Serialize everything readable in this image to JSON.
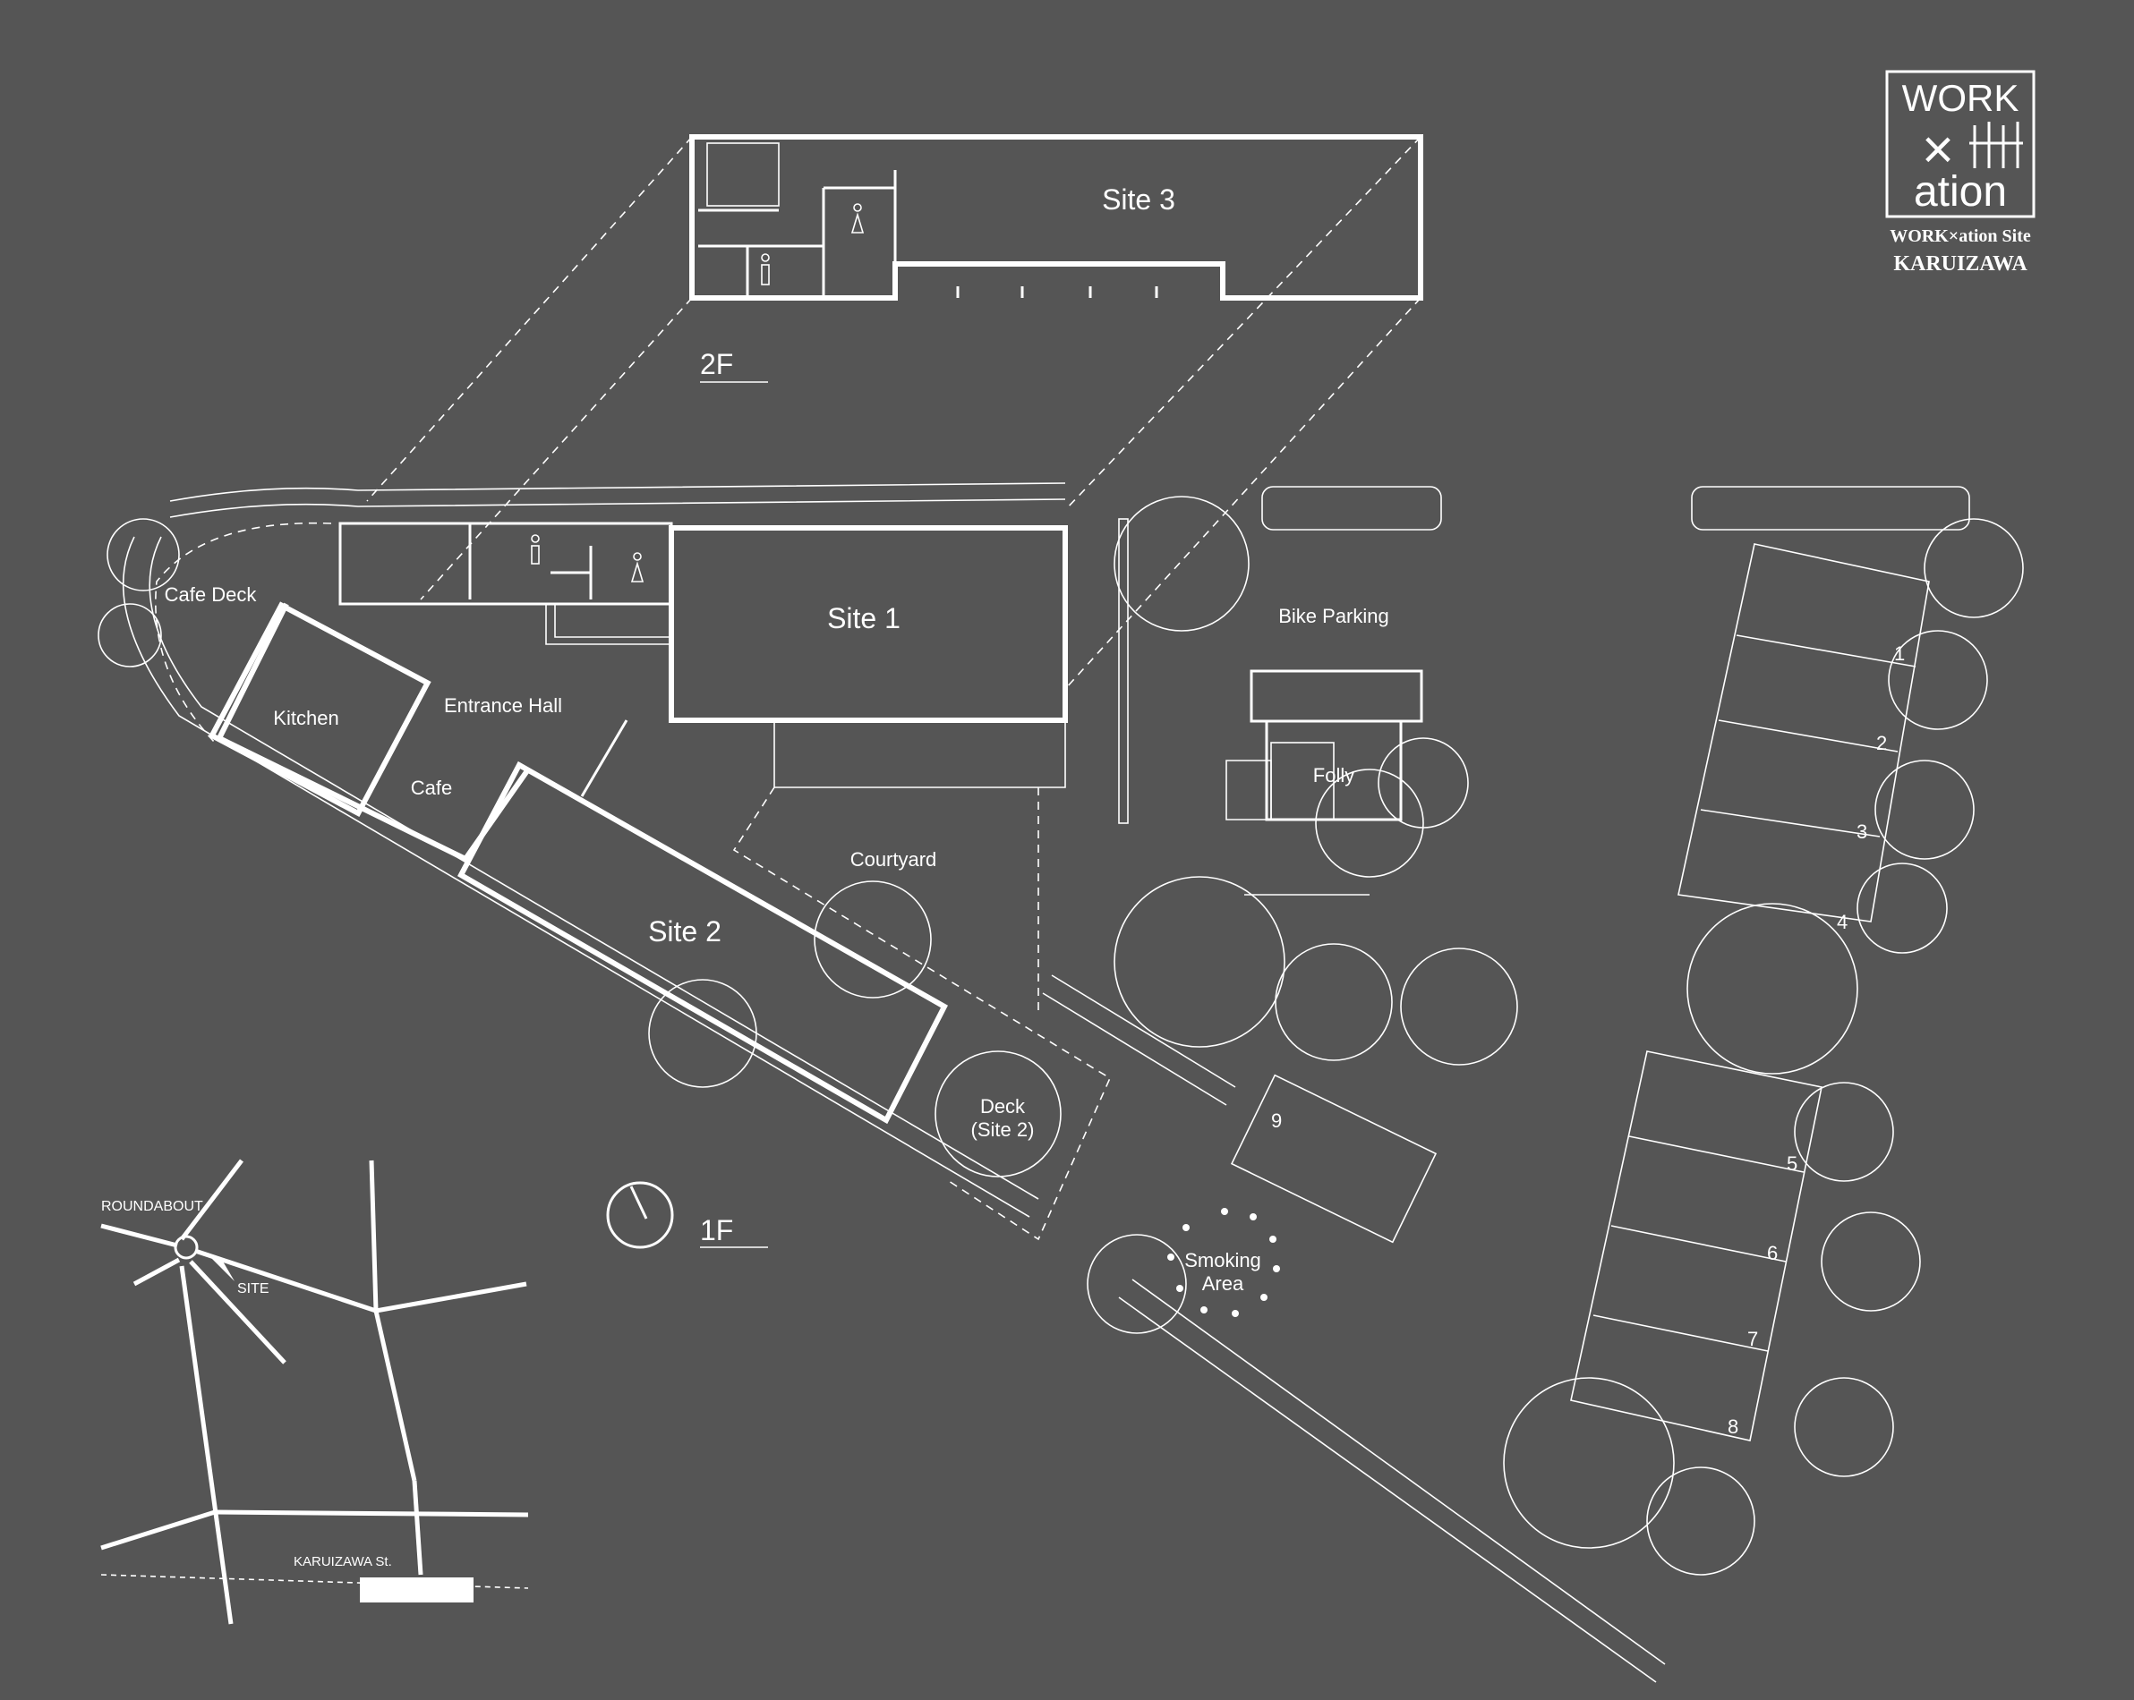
{
  "logo": {
    "top": "WORK",
    "cross": "×",
    "bottom": "ation",
    "subtitle": "WORK×ation Site",
    "place": "KARUIZAWA"
  },
  "floors": {
    "upper": "2F",
    "ground": "1F"
  },
  "rooms": {
    "site1": "Site 1",
    "site2": "Site 2",
    "site3": "Site 3",
    "cafe_deck": "Cafe Deck",
    "kitchen": "Kitchen",
    "entrance_hall": "Entrance Hall",
    "cafe": "Cafe",
    "courtyard": "Courtyard",
    "deck_line1": "Deck",
    "deck_line2": "(Site 2)",
    "bike_parking": "Bike Parking",
    "folly": "Folly",
    "smoking_line1": "Smoking",
    "smoking_line2": "Area"
  },
  "parking_numbers": [
    "1",
    "2",
    "3",
    "4",
    "5",
    "6",
    "7",
    "8",
    "9"
  ],
  "location_map": {
    "roundabout": "ROUNDABOUT",
    "site": "SITE",
    "street": "KARUIZAWA St."
  },
  "colors": {
    "background": "#555555",
    "lines": "#ffffff"
  },
  "icons": [
    "toilet-icon",
    "north-arrow-icon",
    "tree-icon",
    "stone-wall-icon"
  ]
}
